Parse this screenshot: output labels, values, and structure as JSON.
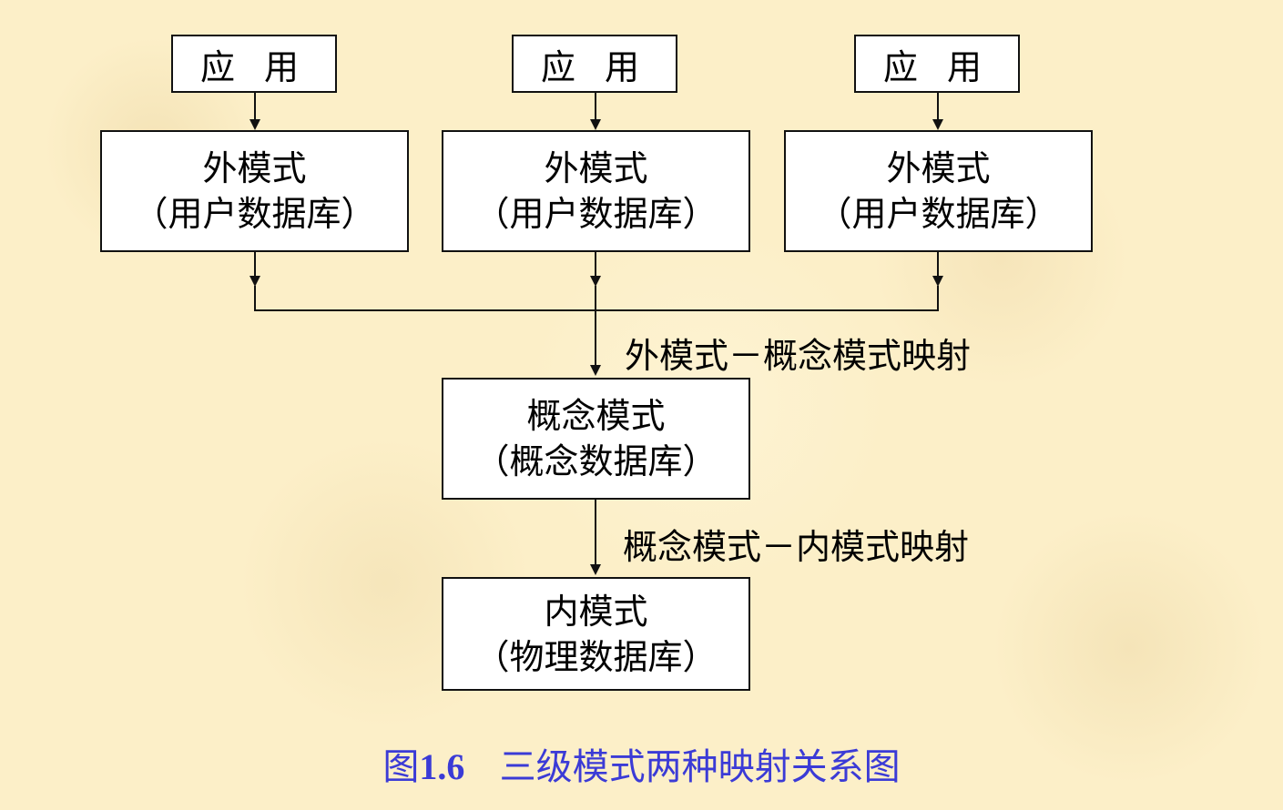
{
  "app_label": "应 用",
  "external_schema": {
    "title": "外模式",
    "subtitle": "（用户数据库）"
  },
  "conceptual_schema": {
    "title": "概念模式",
    "subtitle": "（概念数据库）"
  },
  "internal_schema": {
    "title": "内模式",
    "subtitle": "（物理数据库）"
  },
  "mapping_labels": {
    "external_conceptual": "外模式－概念模式映射",
    "conceptual_internal": "概念模式－内模式映射"
  },
  "caption": {
    "prefix": "图",
    "number": "1.6",
    "text": "   三级模式两种映射关系图"
  }
}
